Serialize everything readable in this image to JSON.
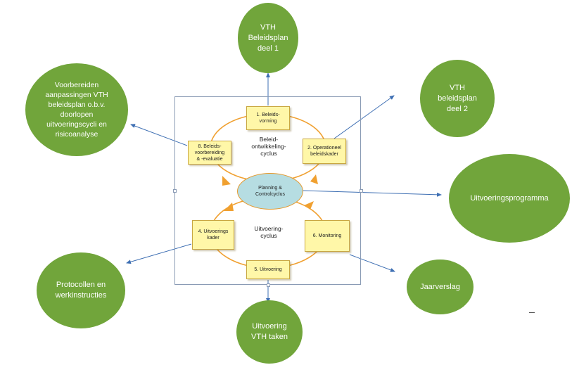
{
  "colors": {
    "circle_fill": "#71a53b",
    "arrow": "#3e6fb3",
    "cycle_ring": "#f0a030",
    "step_fill": "#fff7a8",
    "planning_fill": "#b6dde2"
  },
  "outer_nodes": {
    "beleidsplan_1": "VTH\nBeleidsplan\ndeel 1",
    "beleidsplan_2": "VTH\nbeleidsplan\ndeel 2",
    "voorbereiden": "Voorbereiden\naanpassingen VTH\nbeleidsplan o.b.v.\ndoorlopen\nuitvoeringscycli en\nrisicoanalyse",
    "uitvoeringsprogramma": "Uitvoeringsprogramma",
    "protocollen": "Protocollen en\nwerkinstructies",
    "jaarverslag": "Jaarverslag",
    "uitvoering_taken": "Uitvoering\nVTH taken"
  },
  "cycle": {
    "steps": {
      "s1": "1. Beleids-\nvorming",
      "s2": "2. Operationeel\nbeleidskader",
      "s4": "4. Uitvoerings\nkader",
      "s5": "5. Uitvoering",
      "s6": "6. Monitoring",
      "s8": "8. Beleids-\nvoorbereiding\n& -evaluatie"
    },
    "beleid_label": "Beleid-\nontwikkeling-\ncyclus",
    "uitvoering_label": "Uitvoering-\ncyclus",
    "planning_label": "Planning &\nControlcyclus"
  }
}
